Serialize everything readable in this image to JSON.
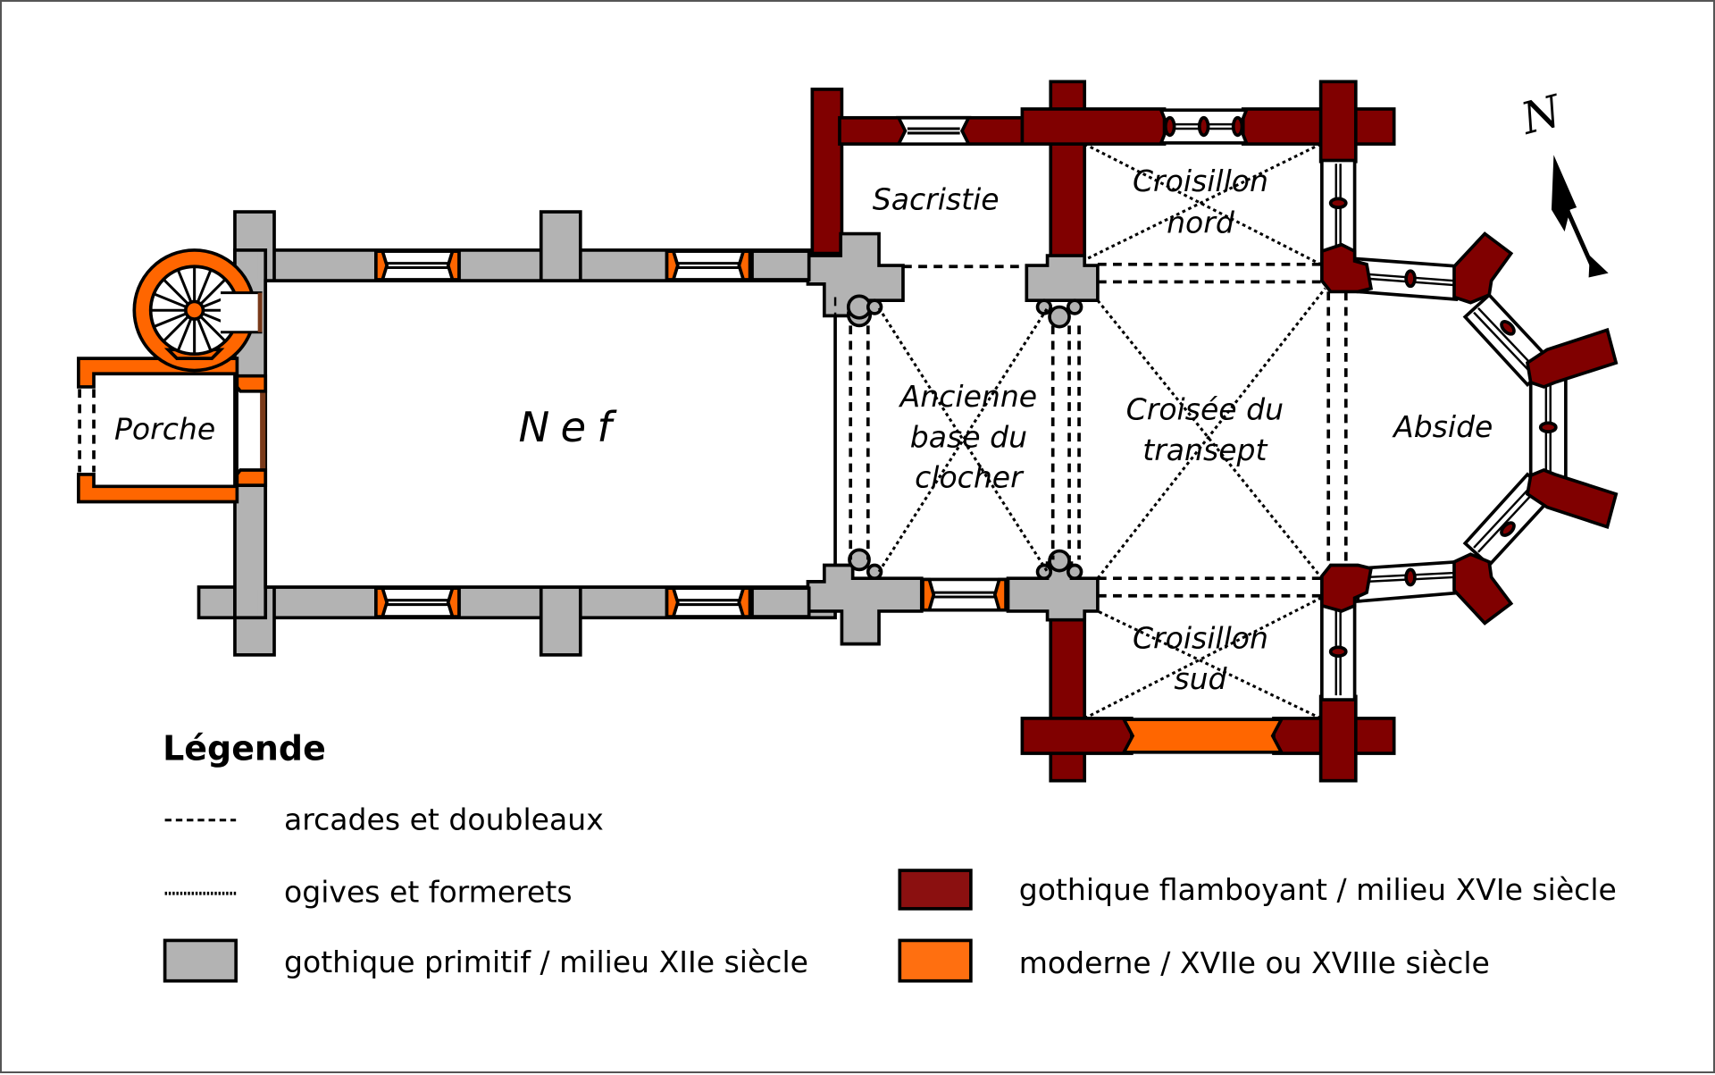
{
  "rooms": {
    "porche": "Porche",
    "nef": "Nef",
    "sacristie": "Sacristie",
    "croisillon_nord": [
      "Croisillon",
      "nord"
    ],
    "ancienne_base": [
      "Ancienne",
      "base du",
      "clocher"
    ],
    "croisee": [
      "Croisée du",
      "transept"
    ],
    "croisillon_sud": [
      "Croisillon",
      "sud"
    ],
    "abside": "Abside"
  },
  "compass": {
    "label": "N"
  },
  "legend": {
    "title": "Légende",
    "items": [
      {
        "symbol": "dashed-line",
        "label": "arcades et doubleaux"
      },
      {
        "symbol": "dotted-line",
        "label": "ogives et formerets"
      },
      {
        "symbol": "swatch",
        "color": "#b3b3b3",
        "label": "gothique primitif / milieu XIIe siècle"
      },
      {
        "symbol": "swatch",
        "color": "#800000",
        "label": "gothique flamboyant / milieu XVIe siècle"
      },
      {
        "symbol": "swatch",
        "color": "#ff6600",
        "label": "moderne / XVIIe ou XVIIIe siècle"
      }
    ]
  },
  "colors": {
    "gothique_primitif": "#b3b3b3",
    "gothique_flamboyant": "#800000",
    "moderne": "#ff6600"
  }
}
